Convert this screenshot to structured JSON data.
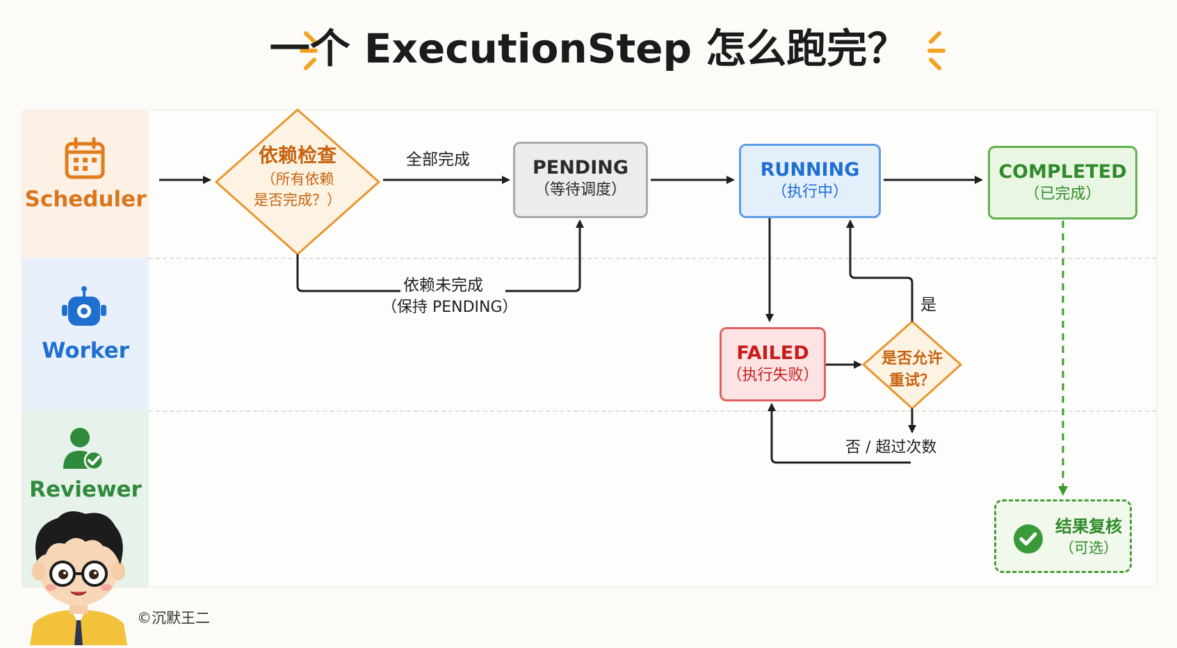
{
  "title": "一个 ExecutionStep 怎么跑完？",
  "lanes": {
    "scheduler": "Scheduler",
    "worker": "Worker",
    "reviewer": "Reviewer"
  },
  "nodes": {
    "dependency_check": {
      "title": "依赖检查",
      "subtitle_line1": "（所有依赖",
      "subtitle_line2": "是否完成？）"
    },
    "pending": {
      "title": "PENDING",
      "subtitle": "（等待调度）"
    },
    "running": {
      "title": "RUNNING",
      "subtitle": "（执行中）"
    },
    "completed": {
      "title": "COMPLETED",
      "subtitle": "（已完成）"
    },
    "failed": {
      "title": "FAILED",
      "subtitle": "（执行失败）"
    },
    "retry_check": {
      "line1": "是否允许",
      "line2": "重试？"
    },
    "result_review": {
      "title": "结果复核",
      "subtitle": "（可选）"
    }
  },
  "edges": {
    "all_done": "全部完成",
    "deps_incomplete_line1": "依赖未完成",
    "deps_incomplete_line2": "（保持 PENDING）",
    "retry_yes": "是",
    "retry_no": "否 / 超过次数"
  },
  "footer": {
    "copyright": "©沉默王二"
  },
  "colors": {
    "scheduler": "#d9761c",
    "worker": "#1f6fd1",
    "reviewer": "#2f8a3b",
    "decision_orange": "#e8952e",
    "pending_border": "#a9a9a9",
    "running_border": "#5d9be6",
    "completed_border": "#61b04e",
    "failed_border": "#e06060",
    "failed_text": "#c91d1d",
    "review_border": "#4a9a3a",
    "arrow": "#1e1e1e"
  }
}
